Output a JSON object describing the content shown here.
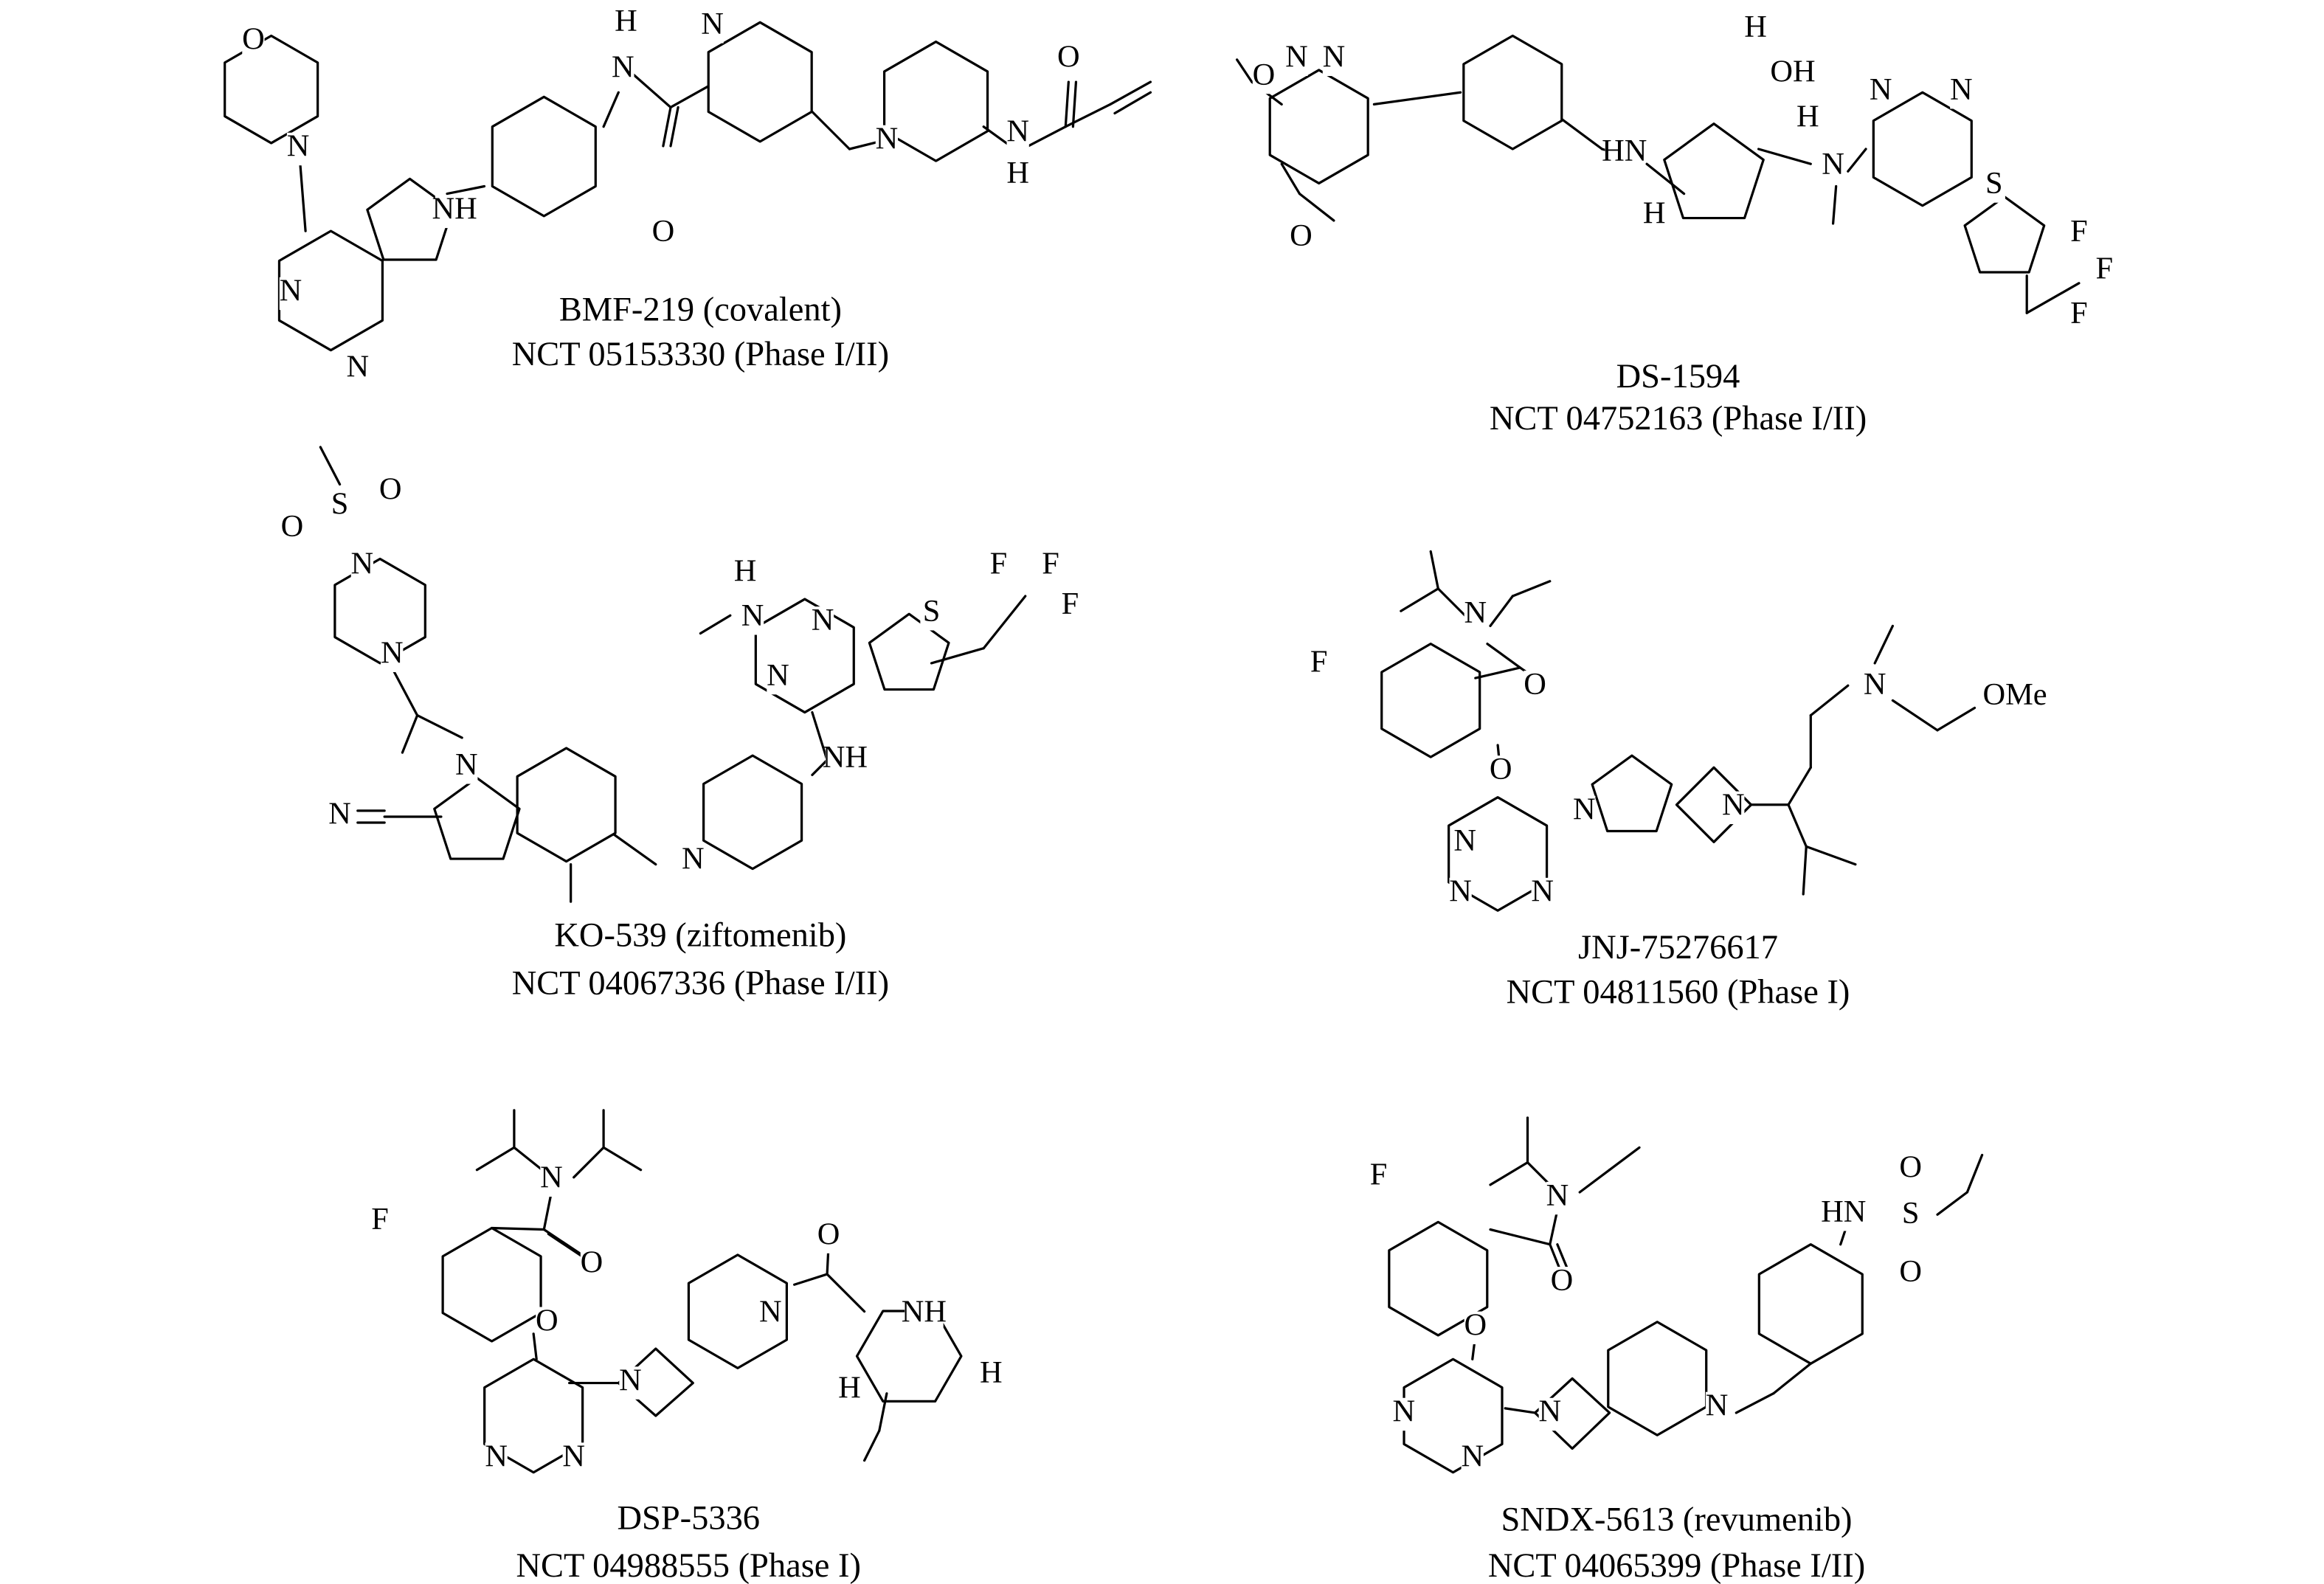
{
  "molecules": [
    {
      "name": "BMF-219 (covalent)",
      "trial": "NCT 05153330 (Phase I/II)",
      "atoms": [
        "O",
        "N",
        "N",
        "N",
        "NH",
        "H",
        "N",
        "O",
        "N",
        "N",
        "N",
        "H",
        "O"
      ]
    },
    {
      "name": "DS-1594",
      "trial": "NCT 04752163 (Phase I/II)",
      "atoms": [
        "N",
        "N",
        "O",
        "O",
        "HN",
        "H",
        "OH",
        "H",
        "H",
        "N",
        "N",
        "N",
        "S",
        "F",
        "F",
        "F"
      ]
    },
    {
      "name": "KO-539 (ziftomenib)",
      "trial": "NCT 04067336 (Phase I/II)",
      "atoms": [
        "O",
        "S",
        "O",
        "N",
        "N",
        "N",
        "N",
        "N",
        "NH",
        "H",
        "N",
        "N",
        "N",
        "S",
        "F",
        "F",
        "F"
      ]
    },
    {
      "name": "JNJ-75276617",
      "trial": "NCT 04811560 (Phase I)",
      "atoms": [
        "N",
        "O",
        "F",
        "O",
        "N",
        "N",
        "N",
        "N",
        "N",
        "N",
        "OMe"
      ]
    },
    {
      "name": "DSP-5336",
      "trial": "NCT 04988555 (Phase I)",
      "atoms": [
        "N",
        "F",
        "O",
        "O",
        "N",
        "N",
        "O",
        "NH",
        "H",
        "H",
        "N",
        "N"
      ]
    },
    {
      "name": "SNDX-5613 (revumenib)",
      "trial": "NCT 04065399 (Phase I/II)",
      "atoms": [
        "F",
        "N",
        "O",
        "O",
        "N",
        "N",
        "N",
        "N",
        "HN",
        "S",
        "O",
        "O"
      ]
    }
  ]
}
